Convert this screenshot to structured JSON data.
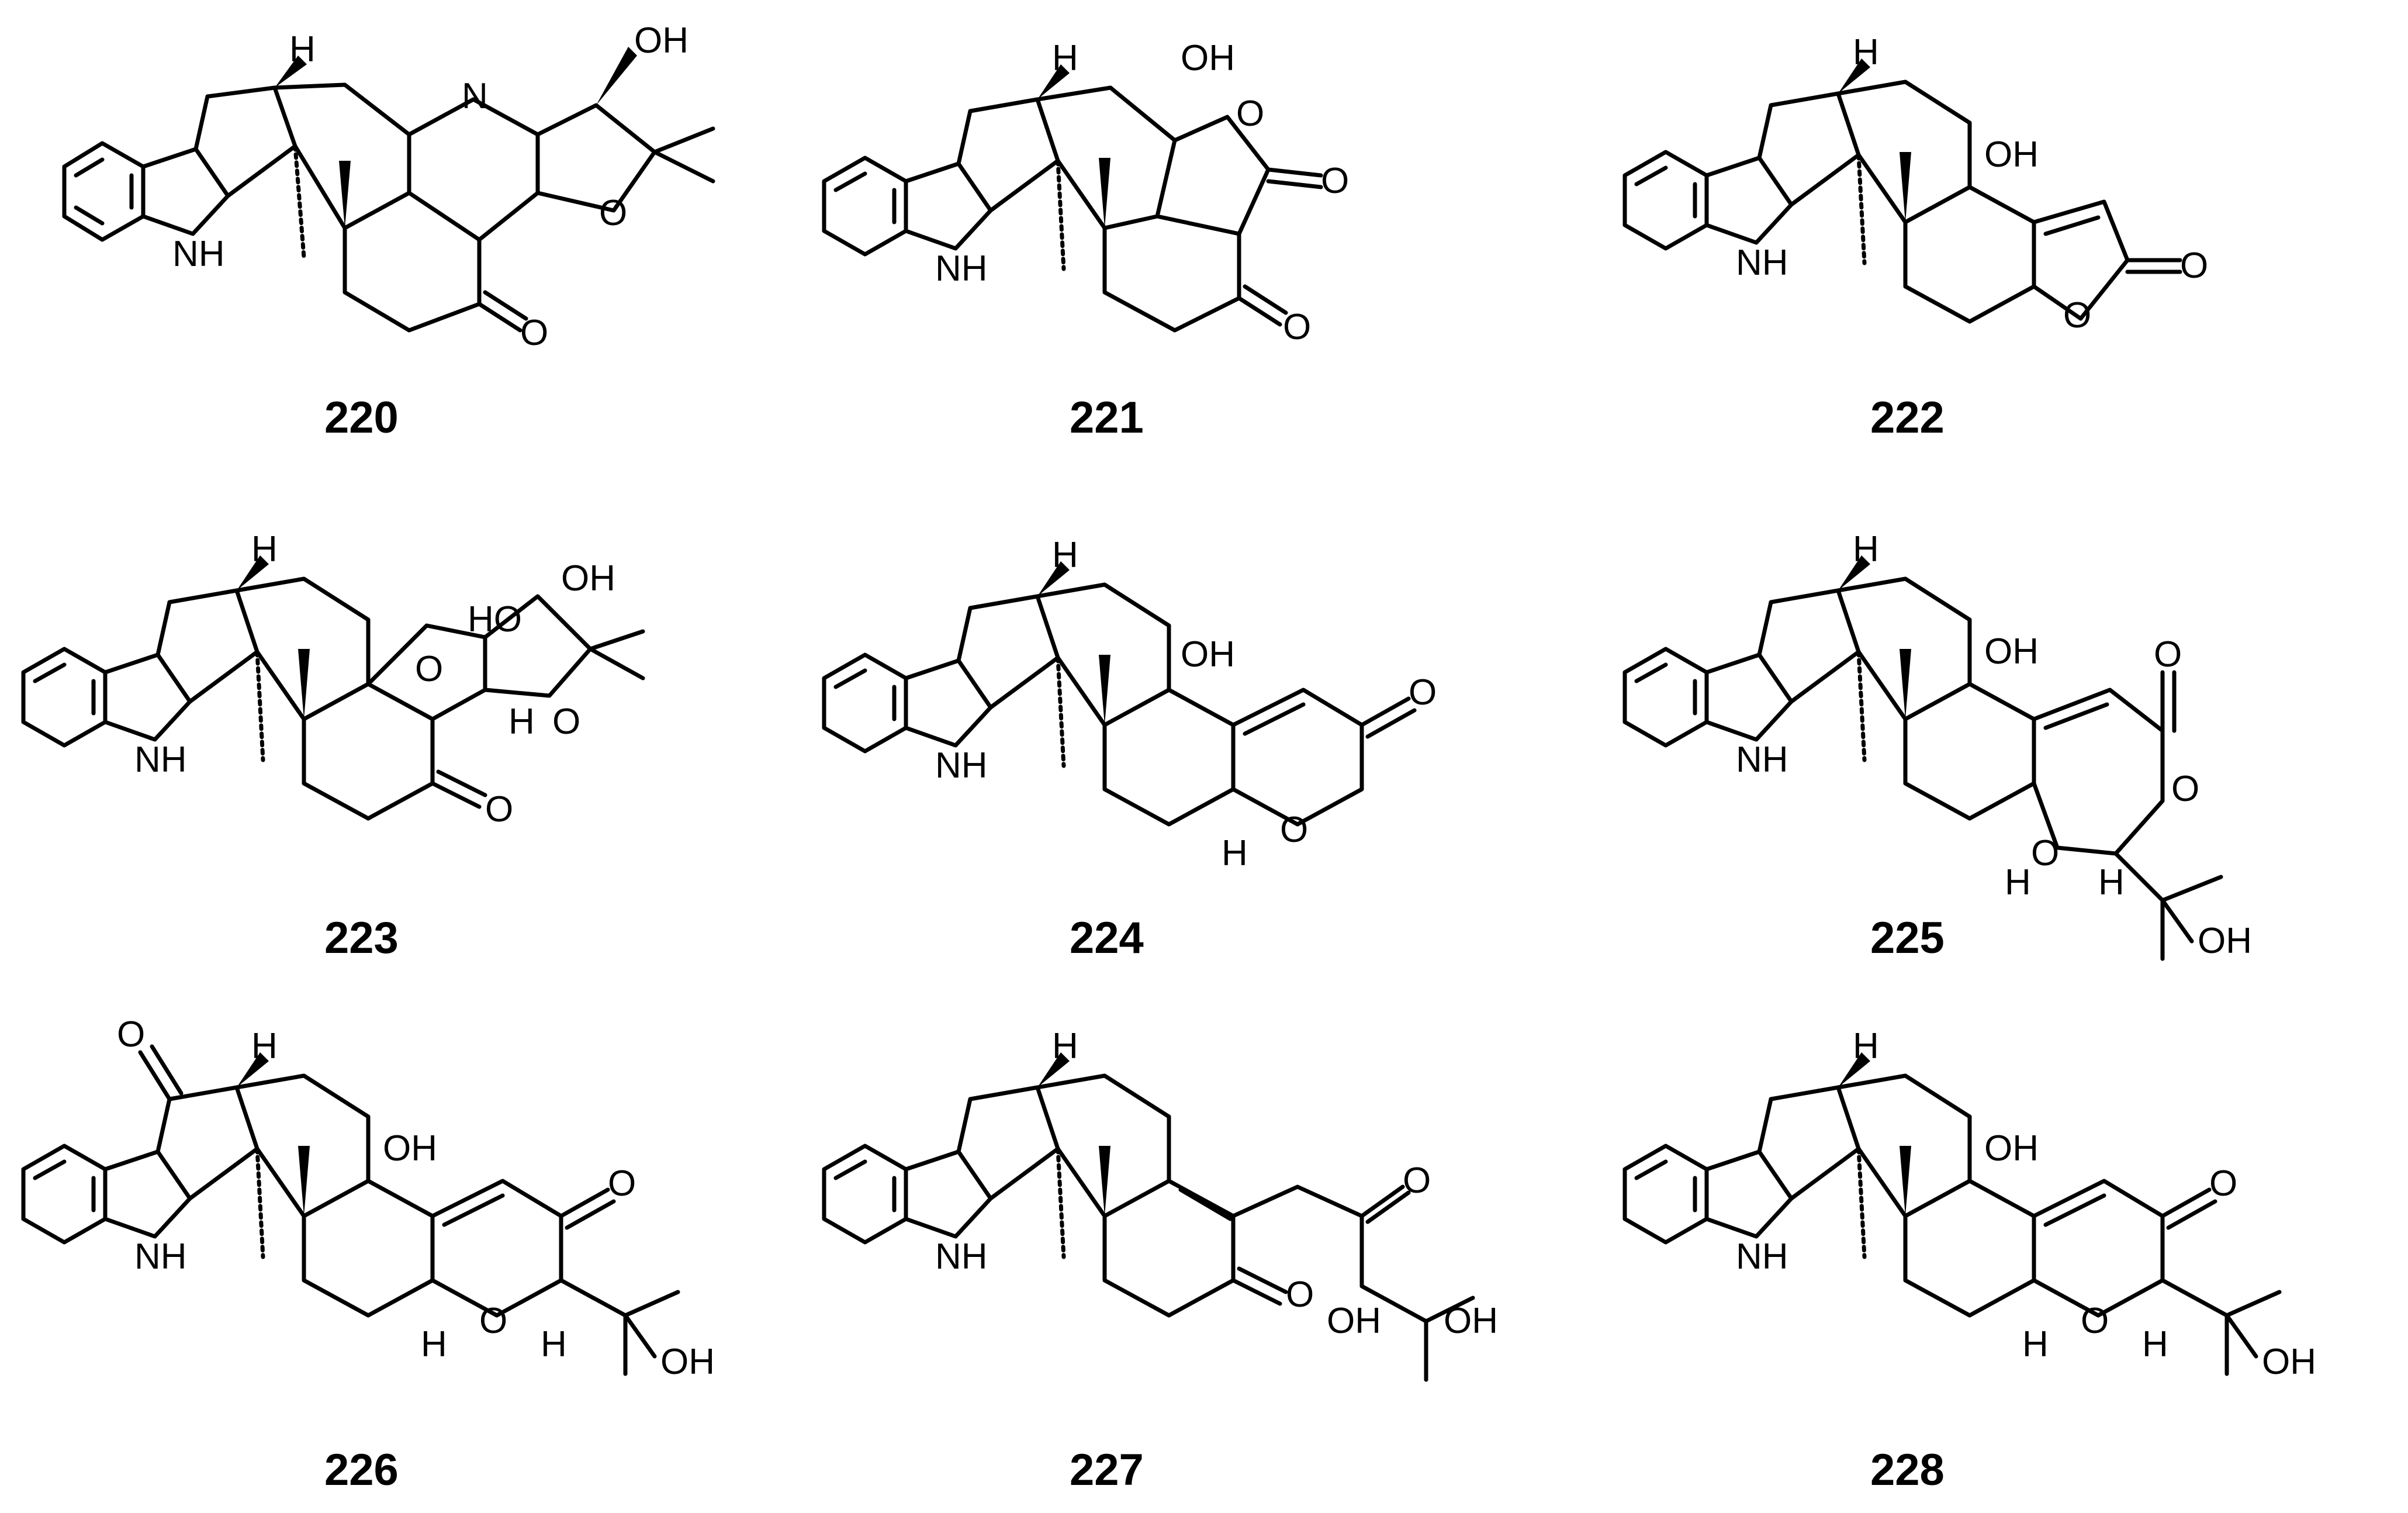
{
  "figure": {
    "compounds": [
      {
        "id": "220",
        "atom_labels": [
          "H",
          "N",
          "OH",
          "O",
          "NH",
          "O"
        ]
      },
      {
        "id": "221",
        "atom_labels": [
          "H",
          "OH",
          "O",
          "O",
          "NH",
          "O"
        ]
      },
      {
        "id": "222",
        "atom_labels": [
          "H",
          "OH",
          "O",
          "NH",
          "O"
        ]
      },
      {
        "id": "223",
        "atom_labels": [
          "H",
          "OH",
          "HO",
          "O",
          "O",
          "H",
          "NH",
          "O"
        ]
      },
      {
        "id": "224",
        "atom_labels": [
          "H",
          "OH",
          "O",
          "NH",
          "O",
          "H"
        ]
      },
      {
        "id": "225",
        "atom_labels": [
          "H",
          "OH",
          "O",
          "O",
          "NH",
          "O",
          "H",
          "H",
          "OH"
        ]
      },
      {
        "id": "226",
        "atom_labels": [
          "O",
          "H",
          "OH",
          "O",
          "NH",
          "O",
          "H",
          "H",
          "OH"
        ]
      },
      {
        "id": "227",
        "atom_labels": [
          "H",
          "O",
          "NH",
          "O",
          "OH",
          "OH"
        ]
      },
      {
        "id": "228",
        "atom_labels": [
          "H",
          "OH",
          "O",
          "NH",
          "O",
          "H",
          "H",
          "OH"
        ]
      }
    ]
  }
}
